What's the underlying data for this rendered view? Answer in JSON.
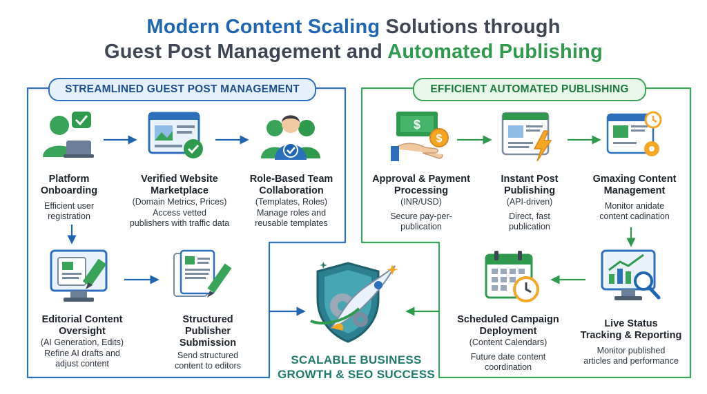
{
  "title": {
    "line1_part1": "Modern Content Scaling",
    "line1_part2": "Solutions through",
    "line2_part1": "Guest Post Management",
    "line2_part2": "and",
    "line2_part3": "Automated Publishing"
  },
  "left": {
    "header": "STREAMLINED GUEST POST MANAGEMENT",
    "steps": [
      {
        "title": "Platform\nOnboarding",
        "sub": "",
        "desc": "Efficient user\nregistration",
        "icon": "user-laptop-check-icon"
      },
      {
        "title": "Verified Website\nMarketplace",
        "sub": "(Domain Metrics, Prices)",
        "desc": "Access vetted\npublishers with traffic data",
        "icon": "website-verified-icon"
      },
      {
        "title": "Role-Based Team\nCollaboration",
        "sub": "(Templates, Roles)",
        "desc": "Manage roles and\nreusable templates",
        "icon": "team-group-icon"
      },
      {
        "title": "Editorial Content\nOversight",
        "sub": "(AI Generation, Edits)",
        "desc": "Refine AI drafts and\nadjust content",
        "icon": "monitor-editing-icon"
      },
      {
        "title": "Structured\nPublisher\nSubmission",
        "sub": "",
        "desc": "Send structured\ncontent to editors",
        "icon": "documents-pen-icon"
      }
    ]
  },
  "right": {
    "header": "EFFICIENT AUTOMATED PUBLISHING",
    "steps": [
      {
        "title": "Approval & Payment\nProcessing",
        "sub": "(INR/USD)",
        "desc": "Secure pay-per-\npublication",
        "icon": "money-hand-coin-icon"
      },
      {
        "title": "Instant Post\nPublishing",
        "sub": "(API-driven)",
        "desc": "Direct, fast\npublication",
        "icon": "browser-lightning-icon"
      },
      {
        "title": "Gmaxing Content\nManagement",
        "sub": "",
        "desc": "Monitor anidate\ncontent cadination",
        "icon": "browser-gear-clock-icon"
      },
      {
        "title": "Live Status\nTracking & Reporting",
        "sub": "",
        "desc": "Monitor published\narticles and performance",
        "icon": "monitor-chart-magnifier-icon"
      },
      {
        "title": "Scheduled Campaign\nDeployment",
        "sub": "(Content Calendars)",
        "desc": "Future date content\ncoordination",
        "icon": "calendar-clock-icon"
      }
    ]
  },
  "center": {
    "label": "SCALABLE BUSINESS\nGROWTH & SEO SUCCESS",
    "icon": "shield-rocket-gear-icon"
  },
  "colors": {
    "blue": "#1f65b3",
    "green": "#2f9a4e",
    "teal": "#1f7a6b",
    "dark": "#3d4652"
  }
}
